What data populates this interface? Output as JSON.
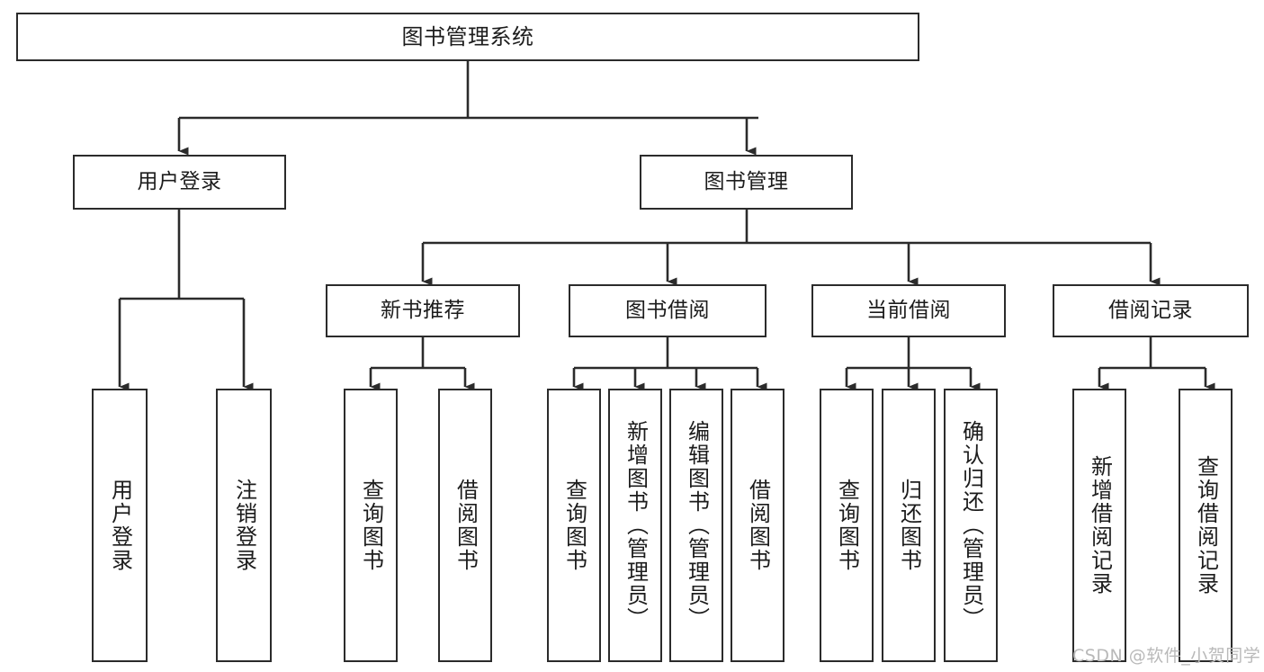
{
  "diagram": {
    "title": "图书管理系统",
    "type": "hierarchy-tree",
    "colors": {
      "box_border": "#2b2b2b",
      "box_fill": "#ffffff",
      "connector": "#2b2b2b",
      "text": "#1c1c1c",
      "watermark": "#b9b9b9",
      "background": "#ffffff"
    },
    "levels": {
      "root": [
        "图书管理系统"
      ],
      "level2": [
        "用户登录",
        "图书管理"
      ],
      "level3": [
        "新书推荐",
        "图书借阅",
        "当前借阅",
        "借阅记录"
      ],
      "leaves": [
        "用户登录",
        "注销登录",
        "查询图书",
        "借阅图书",
        "查询图书",
        "新增图书（管理员）",
        "编辑图书（管理员）",
        "借阅图书",
        "查询图书",
        "归还图书",
        "确认归还（管理员）",
        "新增借阅记录",
        "查询借阅记录"
      ]
    },
    "nodes": {
      "root": {
        "label": "图书管理系统"
      },
      "user_login": {
        "label": "用户登录"
      },
      "book_mgmt": {
        "label": "图书管理"
      },
      "new_book_rec": {
        "label": "新书推荐"
      },
      "book_borrow": {
        "label": "图书借阅"
      },
      "current_borrow": {
        "label": "当前借阅"
      },
      "borrow_record": {
        "label": "借阅记录"
      },
      "leaf_user_login": {
        "label": "用户登录"
      },
      "leaf_logout": {
        "label": "注销登录"
      },
      "leaf_query_book_a": {
        "label": "查询图书"
      },
      "leaf_borrow_book_a": {
        "label": "借阅图书"
      },
      "leaf_query_book_b": {
        "label": "查询图书"
      },
      "leaf_add_book": {
        "label": "新增图书（管理员）"
      },
      "leaf_edit_book": {
        "label": "编辑图书（管理员）"
      },
      "leaf_borrow_book_b": {
        "label": "借阅图书"
      },
      "leaf_query_book_c": {
        "label": "查询图书"
      },
      "leaf_return_book": {
        "label": "归还图书"
      },
      "leaf_confirm_return": {
        "label": "确认归还（管理员）"
      },
      "leaf_add_record": {
        "label": "新增借阅记录"
      },
      "leaf_query_record": {
        "label": "查询借阅记录"
      }
    },
    "watermark": "CSDN @软件_小贺同学"
  }
}
